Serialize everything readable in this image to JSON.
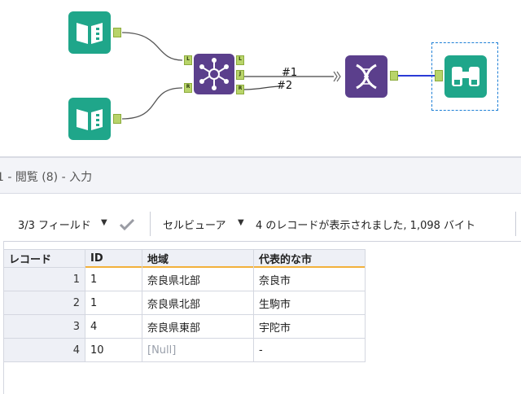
{
  "canvas": {
    "connections": [
      {
        "label": "#1"
      },
      {
        "label": "#2"
      }
    ],
    "tools": [
      {
        "name": "input-data-tool-1",
        "icon": "book-icon",
        "color": "#1fa68a"
      },
      {
        "name": "input-data-tool-2",
        "icon": "book-icon",
        "color": "#1fa68a"
      },
      {
        "name": "join-tool",
        "icon": "join-icon",
        "color": "#5b3f8c"
      },
      {
        "name": "dna-tool",
        "icon": "dna-icon",
        "color": "#5b3f8c"
      },
      {
        "name": "browse-tool",
        "icon": "binoculars-icon",
        "color": "#1fa68a"
      }
    ],
    "join_anchors": {
      "left": "L",
      "right_in": "R",
      "out_l": "L",
      "out_j": "J",
      "out_r": "R"
    }
  },
  "panel": {
    "title": "1 - 閲覧 (8) - 入力"
  },
  "toolbar": {
    "fields": "3/3 フィールド",
    "viewer": "セルビューア",
    "status": "4 のレコードが表示されました, 1,098 バイト"
  },
  "grid": {
    "columns": [
      "レコード",
      "ID",
      "地域",
      "代表的な市"
    ],
    "rows": [
      {
        "n": "1",
        "id": "1",
        "region": "奈良県北部",
        "city": "奈良市"
      },
      {
        "n": "2",
        "id": "1",
        "region": "奈良県北部",
        "city": "生駒市"
      },
      {
        "n": "3",
        "id": "4",
        "region": "奈良県東部",
        "city": "宇陀市"
      },
      {
        "n": "4",
        "id": "10",
        "region": "[Null]",
        "city": "-"
      }
    ]
  },
  "colors": {
    "accent_green": "#1fa68a",
    "accent_purple": "#5b3f8c",
    "anchor_green": "#b8d46a",
    "connector_blue": "#2a3bd6",
    "header_highlight": "#f2b13b"
  }
}
